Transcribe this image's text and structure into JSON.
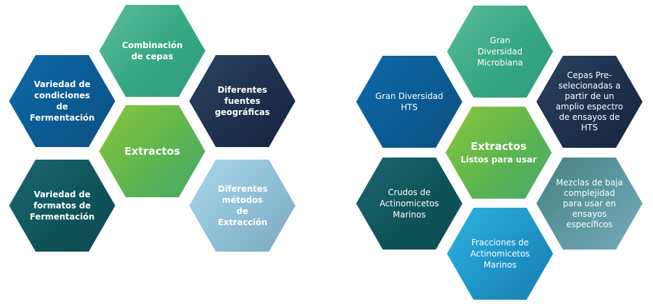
{
  "left_diagram": {
    "top": "Combinación de cepas",
    "upper_left": "Variedad de condiciones de Fermentación",
    "upper_right": "Diferentes fuentes geográficas",
    "center": "Extractos",
    "lower_left": "Variedad de formatos de Fermentación",
    "lower_right": "Diferentes métodos de Extracción"
  },
  "right_diagram": {
    "top": "Gran Diversidad Microbiana",
    "upper_left": "Gran Diversidad HTS",
    "upper_right": "Cepas Pre-selecionadas a partir de un amplio espectro de ensayos de HTS",
    "center_title": "Extractos",
    "center_subtitle": "Listos para usar",
    "lower_left": "Crudos de Actinomicetos Marinos",
    "lower_right": "Mezclas de baja complejidad para usar en ensayos específicos",
    "bottom": "Fracciones de Actinomicetos Marinos"
  }
}
